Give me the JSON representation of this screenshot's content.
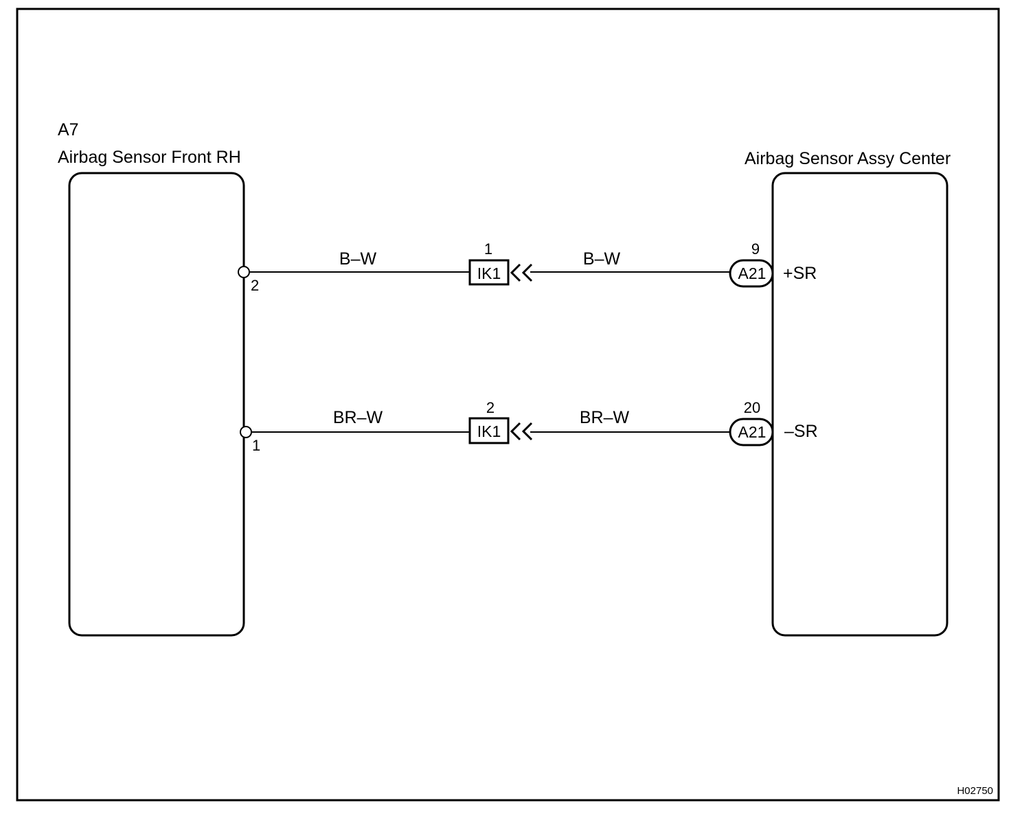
{
  "diagram_code": "H02750",
  "left_component": {
    "code": "A7",
    "name": "Airbag Sensor Front RH",
    "pins": [
      "2",
      "1"
    ]
  },
  "right_component": {
    "name": "Airbag Sensor Assy Center",
    "terminals": [
      {
        "connector": "A21",
        "pin": "9",
        "signal": "+SR"
      },
      {
        "connector": "A21",
        "pin": "20",
        "signal": "–SR"
      }
    ]
  },
  "junction": {
    "connector": "IK1",
    "pins": [
      "1",
      "2"
    ]
  },
  "wires": [
    {
      "left_color": "B–W",
      "right_color": "B–W"
    },
    {
      "left_color": "BR–W",
      "right_color": "BR–W"
    }
  ]
}
